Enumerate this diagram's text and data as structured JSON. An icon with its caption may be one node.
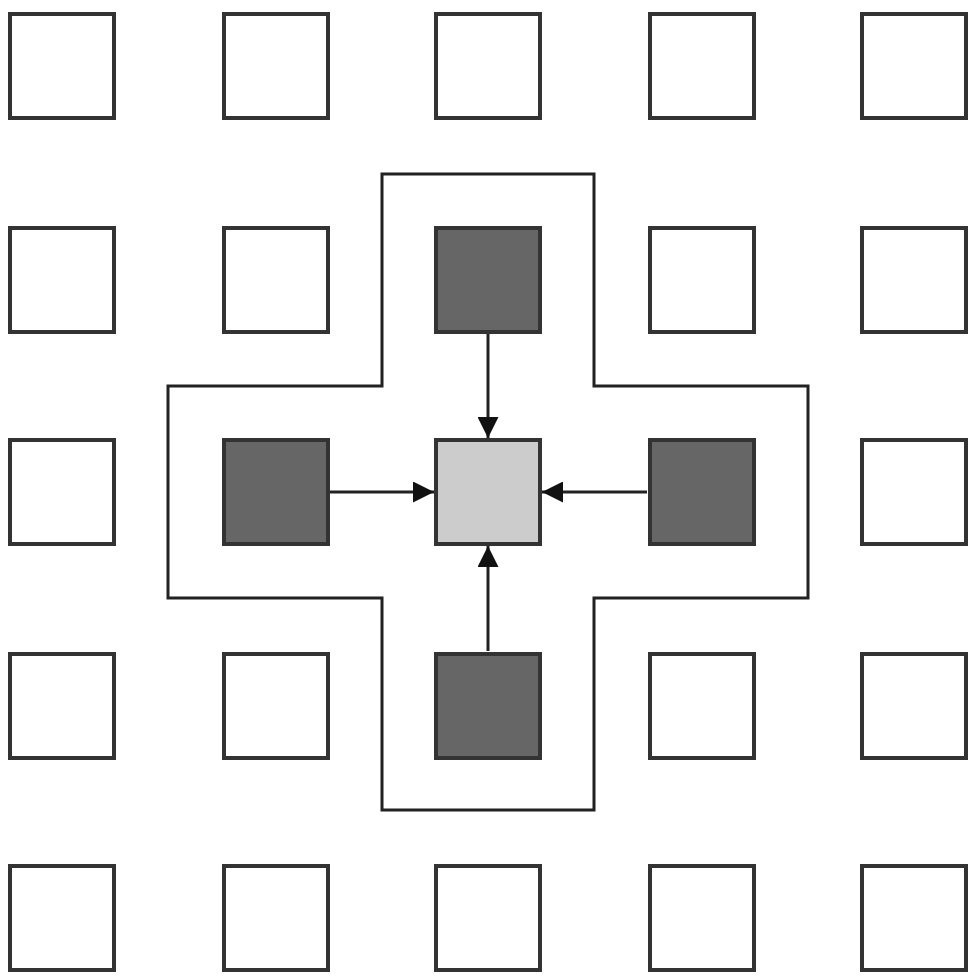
{
  "diagram": {
    "nodes": [
      {
        "text": [],
        "shape": "box"
      },
      {
        "text": [],
        "shape": "box"
      },
      {
        "text": [],
        "shape": "box"
      },
      {
        "text": [],
        "shape": "box"
      },
      {
        "text": [],
        "shape": "box"
      },
      {
        "text": [],
        "shape": "box"
      },
      {
        "text": [],
        "shape": "box"
      },
      {
        "text": [],
        "shape": "box"
      },
      {
        "text": [],
        "shape": "box"
      },
      {
        "text": [],
        "shape": "box"
      },
      {
        "text": [],
        "shape": "box"
      },
      {
        "text": [],
        "shape": "box"
      },
      {
        "text": [],
        "shape": "box"
      },
      {
        "text": [],
        "shape": "box"
      },
      {
        "text": [],
        "shape": "box"
      },
      {
        "text": [],
        "shape": "box"
      },
      {
        "text": [],
        "shape": "box"
      },
      {
        "text": [],
        "shape": "box"
      },
      {
        "text": [],
        "shape": "box"
      },
      {
        "text": [],
        "shape": "box"
      },
      {
        "text": [],
        "shape": "box"
      },
      {
        "text": [],
        "shape": "box"
      },
      {
        "text": [],
        "shape": "box"
      },
      {
        "text": [],
        "shape": "box"
      },
      {
        "text": [],
        "shape": "box"
      }
    ],
    "edges": [
      {
        "from": 7,
        "to": 12,
        "arrow": "to"
      },
      {
        "from": 11,
        "to": 12,
        "arrow": "to"
      },
      {
        "from": 13,
        "to": 12,
        "arrow": "to"
      },
      {
        "from": 17,
        "to": 12,
        "arrow": "to"
      }
    ]
  }
}
